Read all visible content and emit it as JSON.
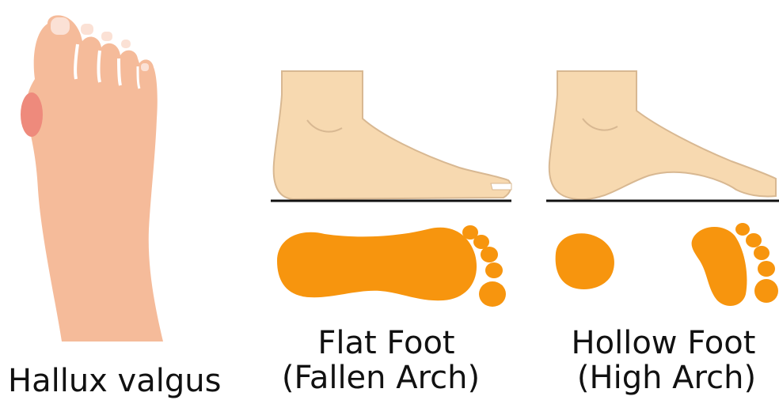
{
  "colors": {
    "skin": "#f5bb9a",
    "skin_side": "#f7d9b0",
    "skin_outline": "#d8b892",
    "bunion": "#ee8a7c",
    "footprint": "#f7950e",
    "ground_line": "#111111",
    "text": "#111111",
    "background": "#ffffff"
  },
  "icons": [
    "bunion-foot-icon",
    "flat-foot-side-icon",
    "flat-footprint-icon",
    "hollow-foot-side-icon",
    "hollow-footprint-icon"
  ],
  "panels": {
    "hallux": {
      "caption": "Hallux valgus"
    },
    "flat": {
      "caption_line1": "Flat Foot",
      "caption_line2": "(Fallen Arch)"
    },
    "hollow": {
      "caption_line1": "Hollow Foot",
      "caption_line2": "(High Arch)"
    }
  }
}
